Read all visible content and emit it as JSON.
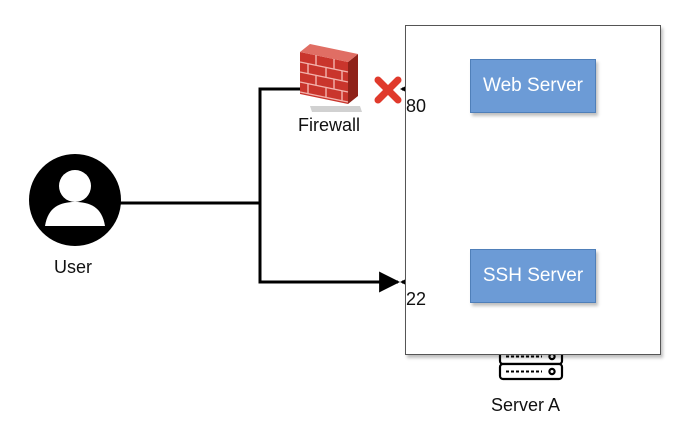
{
  "user": {
    "label": "User",
    "icon": "user-avatar-icon"
  },
  "firewall": {
    "label": "Firewall",
    "icon": "brick-firewall-icon",
    "block_icon": "red-x-icon",
    "block_color": "#e03a2c"
  },
  "server": {
    "label": "Server A",
    "icon": "server-rack-icon",
    "services": [
      {
        "label": "Web Server",
        "port": "80"
      },
      {
        "label": "SSH Server",
        "port": "22"
      }
    ],
    "service_color": "#6c9bd6"
  }
}
